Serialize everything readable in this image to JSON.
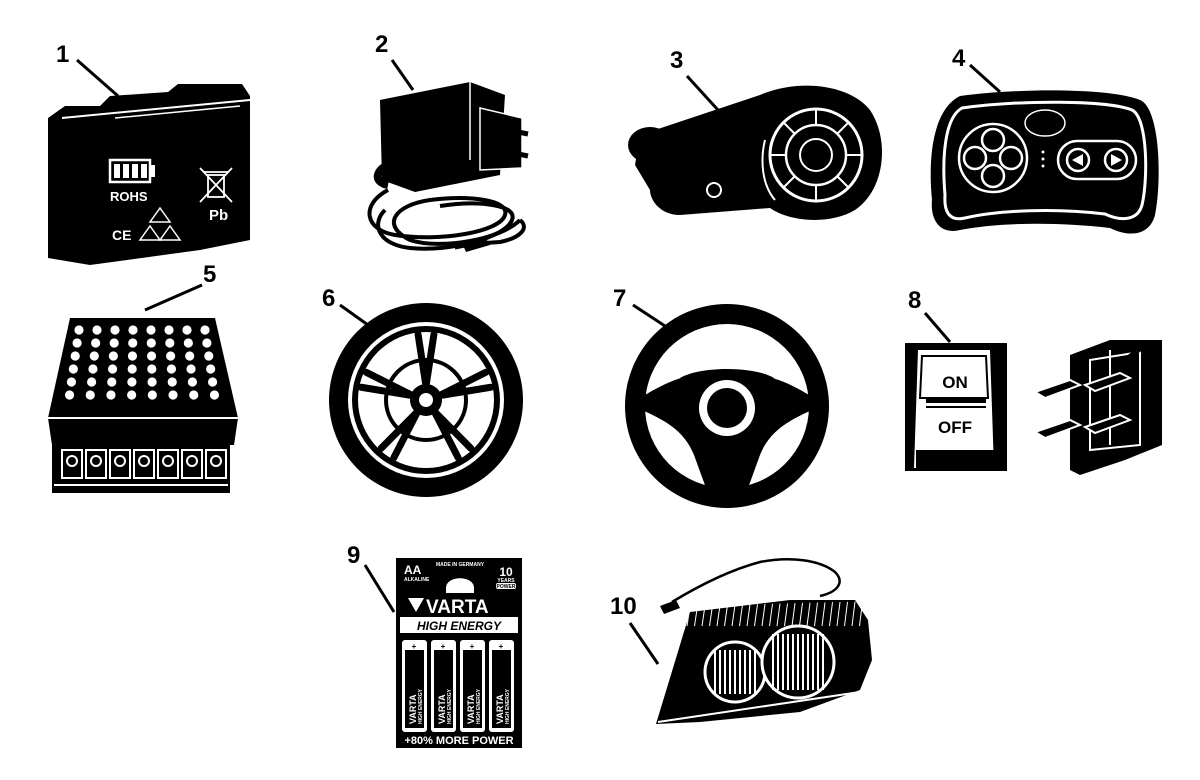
{
  "parts": [
    {
      "number": "1",
      "name": "battery",
      "labels": {
        "rohs": "ROHS",
        "ce": "CE",
        "pb": "Pb"
      }
    },
    {
      "number": "2",
      "name": "charger"
    },
    {
      "number": "3",
      "name": "motor-gearbox"
    },
    {
      "number": "4",
      "name": "remote-control"
    },
    {
      "number": "5",
      "name": "control-module"
    },
    {
      "number": "6",
      "name": "wheel"
    },
    {
      "number": "7",
      "name": "steering-wheel"
    },
    {
      "number": "8",
      "name": "rocker-switch",
      "labels": {
        "on": "ON",
        "off": "OFF"
      }
    },
    {
      "number": "9",
      "name": "batteries-pack",
      "labels": {
        "size": "AA",
        "type": "ALKALINE",
        "made_in": "MADE IN GERMANY",
        "years": "10",
        "years_sub": "YEARS",
        "power": "POWER",
        "brand": "VARTA",
        "line": "HIGH ENERGY",
        "promo": "+80% MORE POWER",
        "cell_brand": "VARTA",
        "cell_line": "HIGH ENERGY"
      }
    },
    {
      "number": "10",
      "name": "headlight"
    }
  ],
  "colors": {
    "ink": "#000000",
    "paper": "#ffffff"
  }
}
